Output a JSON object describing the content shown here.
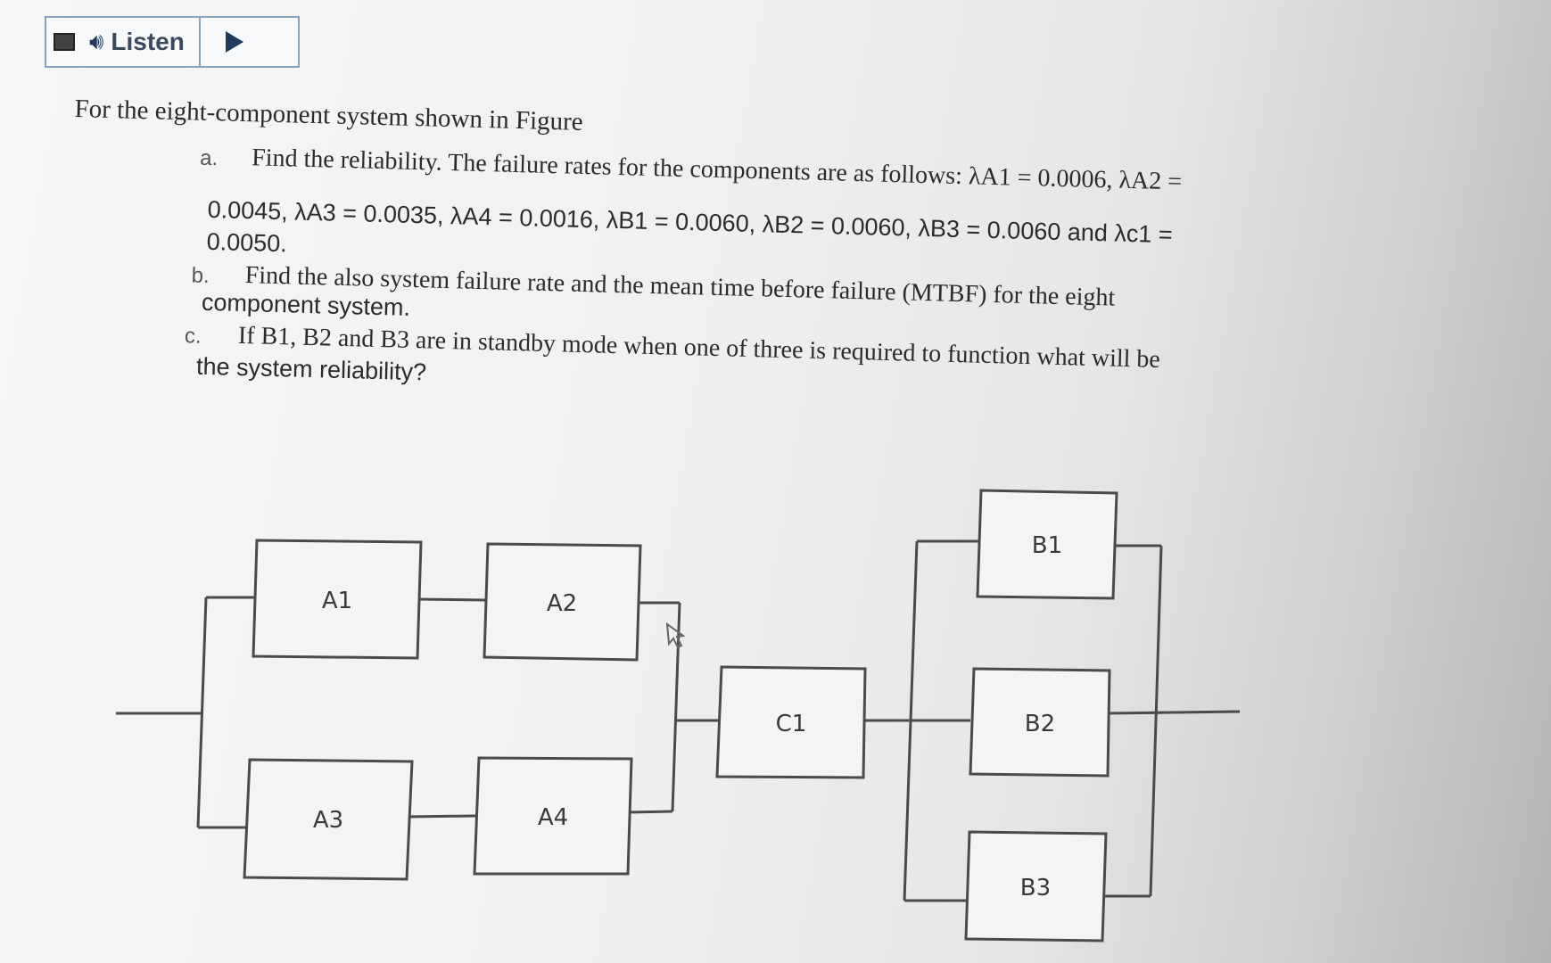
{
  "toolbar": {
    "listen_label": "Listen",
    "speaker_icon": "speaker-icon",
    "play_icon": "play-icon"
  },
  "problem": {
    "intro": "For the eight-component system shown in Figure",
    "items": [
      {
        "letter": "a.",
        "line1": "Find the reliability. The failure rates for the components are as follows: λA1 = 0.0006, λA2 =",
        "line2": "0.0045, λA3 = 0.0035, λA4 = 0.0016, λB1 = 0.0060, λB2 = 0.0060, λB3 = 0.0060 and λc1 =",
        "line3": "0.0050."
      },
      {
        "letter": "b.",
        "line1": "Find the also system failure rate and the mean time before failure (MTBF) for the eight",
        "line2": "component system."
      },
      {
        "letter": "c.",
        "line1": "If B1, B2 and B3 are in standby mode when one of three is required to function what will be",
        "line2": "the system reliability?"
      }
    ]
  },
  "diagram": {
    "blocks": {
      "a1": "A1",
      "a2": "A2",
      "a3": "A3",
      "a4": "A4",
      "c1": "C1",
      "b1": "B1",
      "b2": "B2",
      "b3": "B3"
    }
  }
}
